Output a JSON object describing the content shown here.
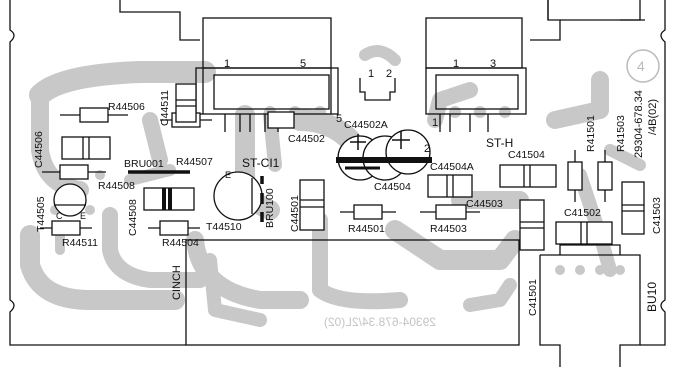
{
  "colors": {
    "ink": "#111111",
    "traces": "#c8c8c8",
    "background": "#ffffff",
    "mirror_text": "#cfcfcf"
  },
  "board": {
    "part_number": "29304-678.34",
    "revision": "/4B(02)",
    "mirrored_part_number": "29304-678.34/2L(02)",
    "corner_mark": "4"
  },
  "connectors": {
    "st_ci1": {
      "name": "ST-CI1",
      "pin_first": "1",
      "pin_last": "5",
      "side_pin": "5"
    },
    "st_h": {
      "name": "ST-H",
      "pin_first": "1",
      "pin_last": "3",
      "side_pin_1": "1",
      "side_pin_2": "2"
    },
    "jumper_12": {
      "pin_1": "1",
      "pin_2": "2"
    },
    "cinch": {
      "name": "CINCH"
    },
    "bu10": {
      "name": "BU10"
    }
  },
  "components": {
    "r44506": "R44506",
    "c44506": "C44506",
    "c44511": "C44511",
    "bru001": "BRU001",
    "r44507": "R44507",
    "c44502": "C44502",
    "c44502a": "C44502A",
    "r44508": "R44508",
    "t44505": "T44505",
    "c44508": "C44508",
    "r44511": "R44511",
    "r44504": "R44504",
    "t44510": "T44510",
    "bru100": "BRU100",
    "c44501": "C44501",
    "c44504": "C44504",
    "c44504a": "C44504A",
    "r44501": "R44501",
    "r44503": "R44503",
    "c44503": "C44503",
    "c41504": "C41504",
    "r41501": "R41501",
    "r41503": "R41503",
    "c41502": "C41502",
    "c41503": "C41503",
    "c41501": "C41501"
  },
  "transistor_pins": {
    "collector": "C",
    "emitter": "E",
    "t44510_emitter": "E"
  }
}
